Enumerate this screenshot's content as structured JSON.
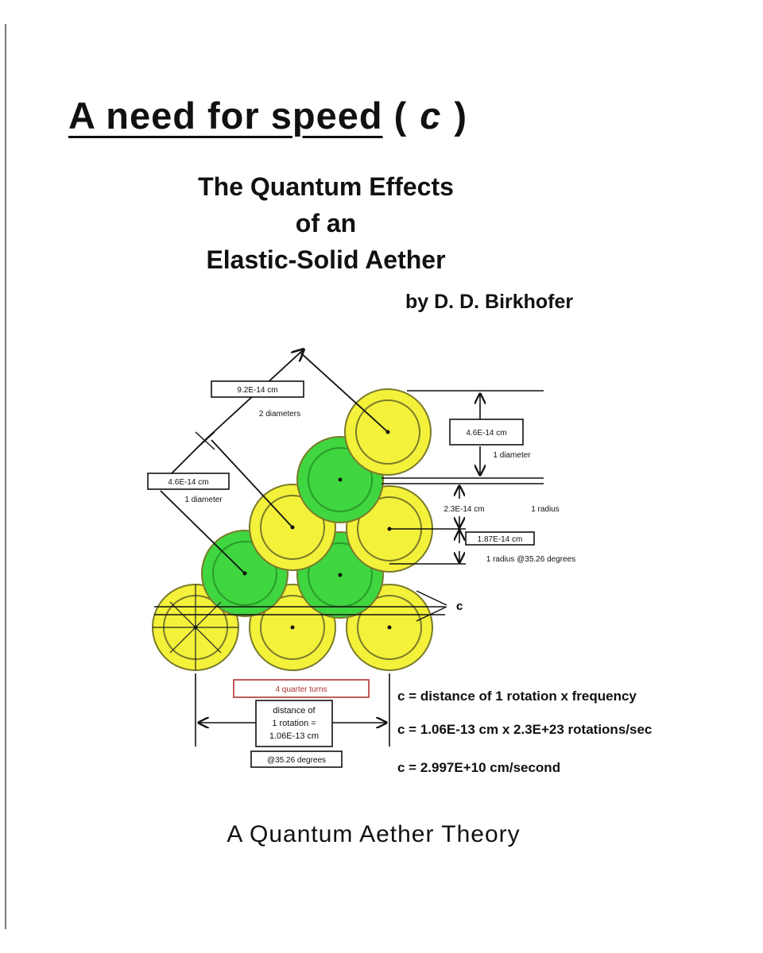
{
  "title": {
    "main": "A need for speed",
    "open_paren": "(",
    "symbol": "c",
    "close_paren": ")"
  },
  "subtitle": {
    "line1": "The Quantum Effects",
    "line2": "of an",
    "line3": "Elastic-Solid Aether"
  },
  "author": "by D. D. Birkhofer",
  "diagram": {
    "labels": {
      "two_diam_value": "9.2E-14 cm",
      "two_diam_text": "2 diameters",
      "one_diam_left_value": "4.6E-14 cm",
      "one_diam_left_text": "1 diameter",
      "one_diam_right_value": "4.6E-14 cm",
      "one_diam_right_text": "1 diameter",
      "radius_value": "2.3E-14 cm",
      "radius_text": "1 radius",
      "radius_angle_value": "1.87E-14 cm",
      "radius_angle_text": "1 radius @35.26 degrees",
      "c_marker": "c",
      "quarter_turns": "4 quarter turns",
      "rotation_line1": "distance of",
      "rotation_line2": "1 rotation =",
      "rotation_line3": "1.06E-13 cm",
      "angle_box": "@35.26 degrees"
    },
    "equations": {
      "eq1": "c = distance of 1 rotation  x  frequency",
      "eq2": "c = 1.06E-13 cm x 2.3E+23 rotations/sec",
      "eq3": "c = 2.997E+10 cm/second"
    },
    "colors": {
      "yellow": "#f3f13a",
      "green": "#3fd63f",
      "outline": "#6b6b2a",
      "red_text": "#b03030"
    }
  },
  "footer": "A  Quantum  Aether  Theory"
}
